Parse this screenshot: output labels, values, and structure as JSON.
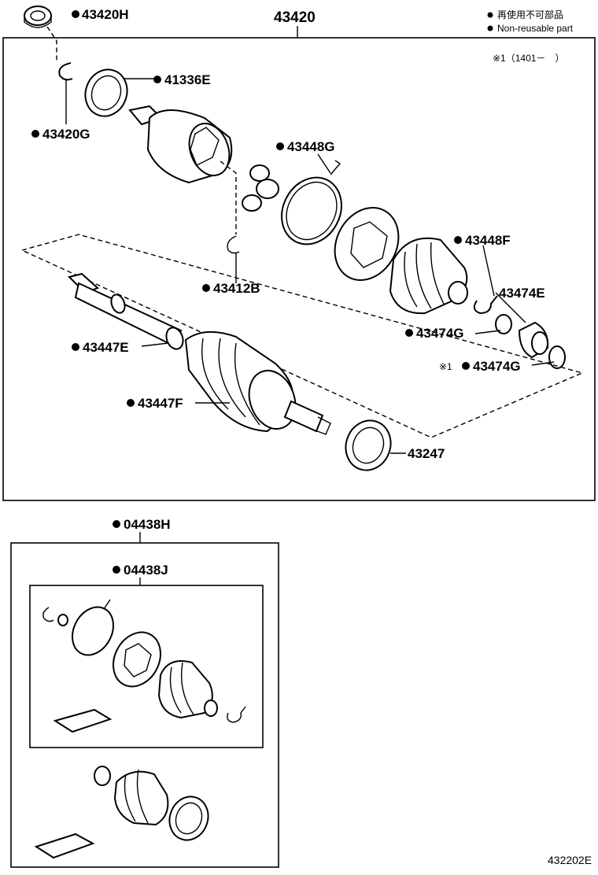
{
  "legend": {
    "jp": "再使用不可部品",
    "en": "Non-reusable part",
    "note": "※1（1401－　）"
  },
  "assembly": {
    "main": "43420"
  },
  "parts": {
    "p43420H": "43420H",
    "p41336E": "41336E",
    "p43420G": "43420G",
    "p43448G": "43448G",
    "p43412B": "43412B",
    "p43448F": "43448F",
    "p43474E": "43474E",
    "p43474G_a": "43474G",
    "p43474G_b": "43474G",
    "p43447E": "43447E",
    "p43447F": "43447F",
    "p43247": "43247",
    "p04438H": "04438H",
    "p04438J": "04438J"
  },
  "note_mark": "※1",
  "diagram_id": "432202E"
}
